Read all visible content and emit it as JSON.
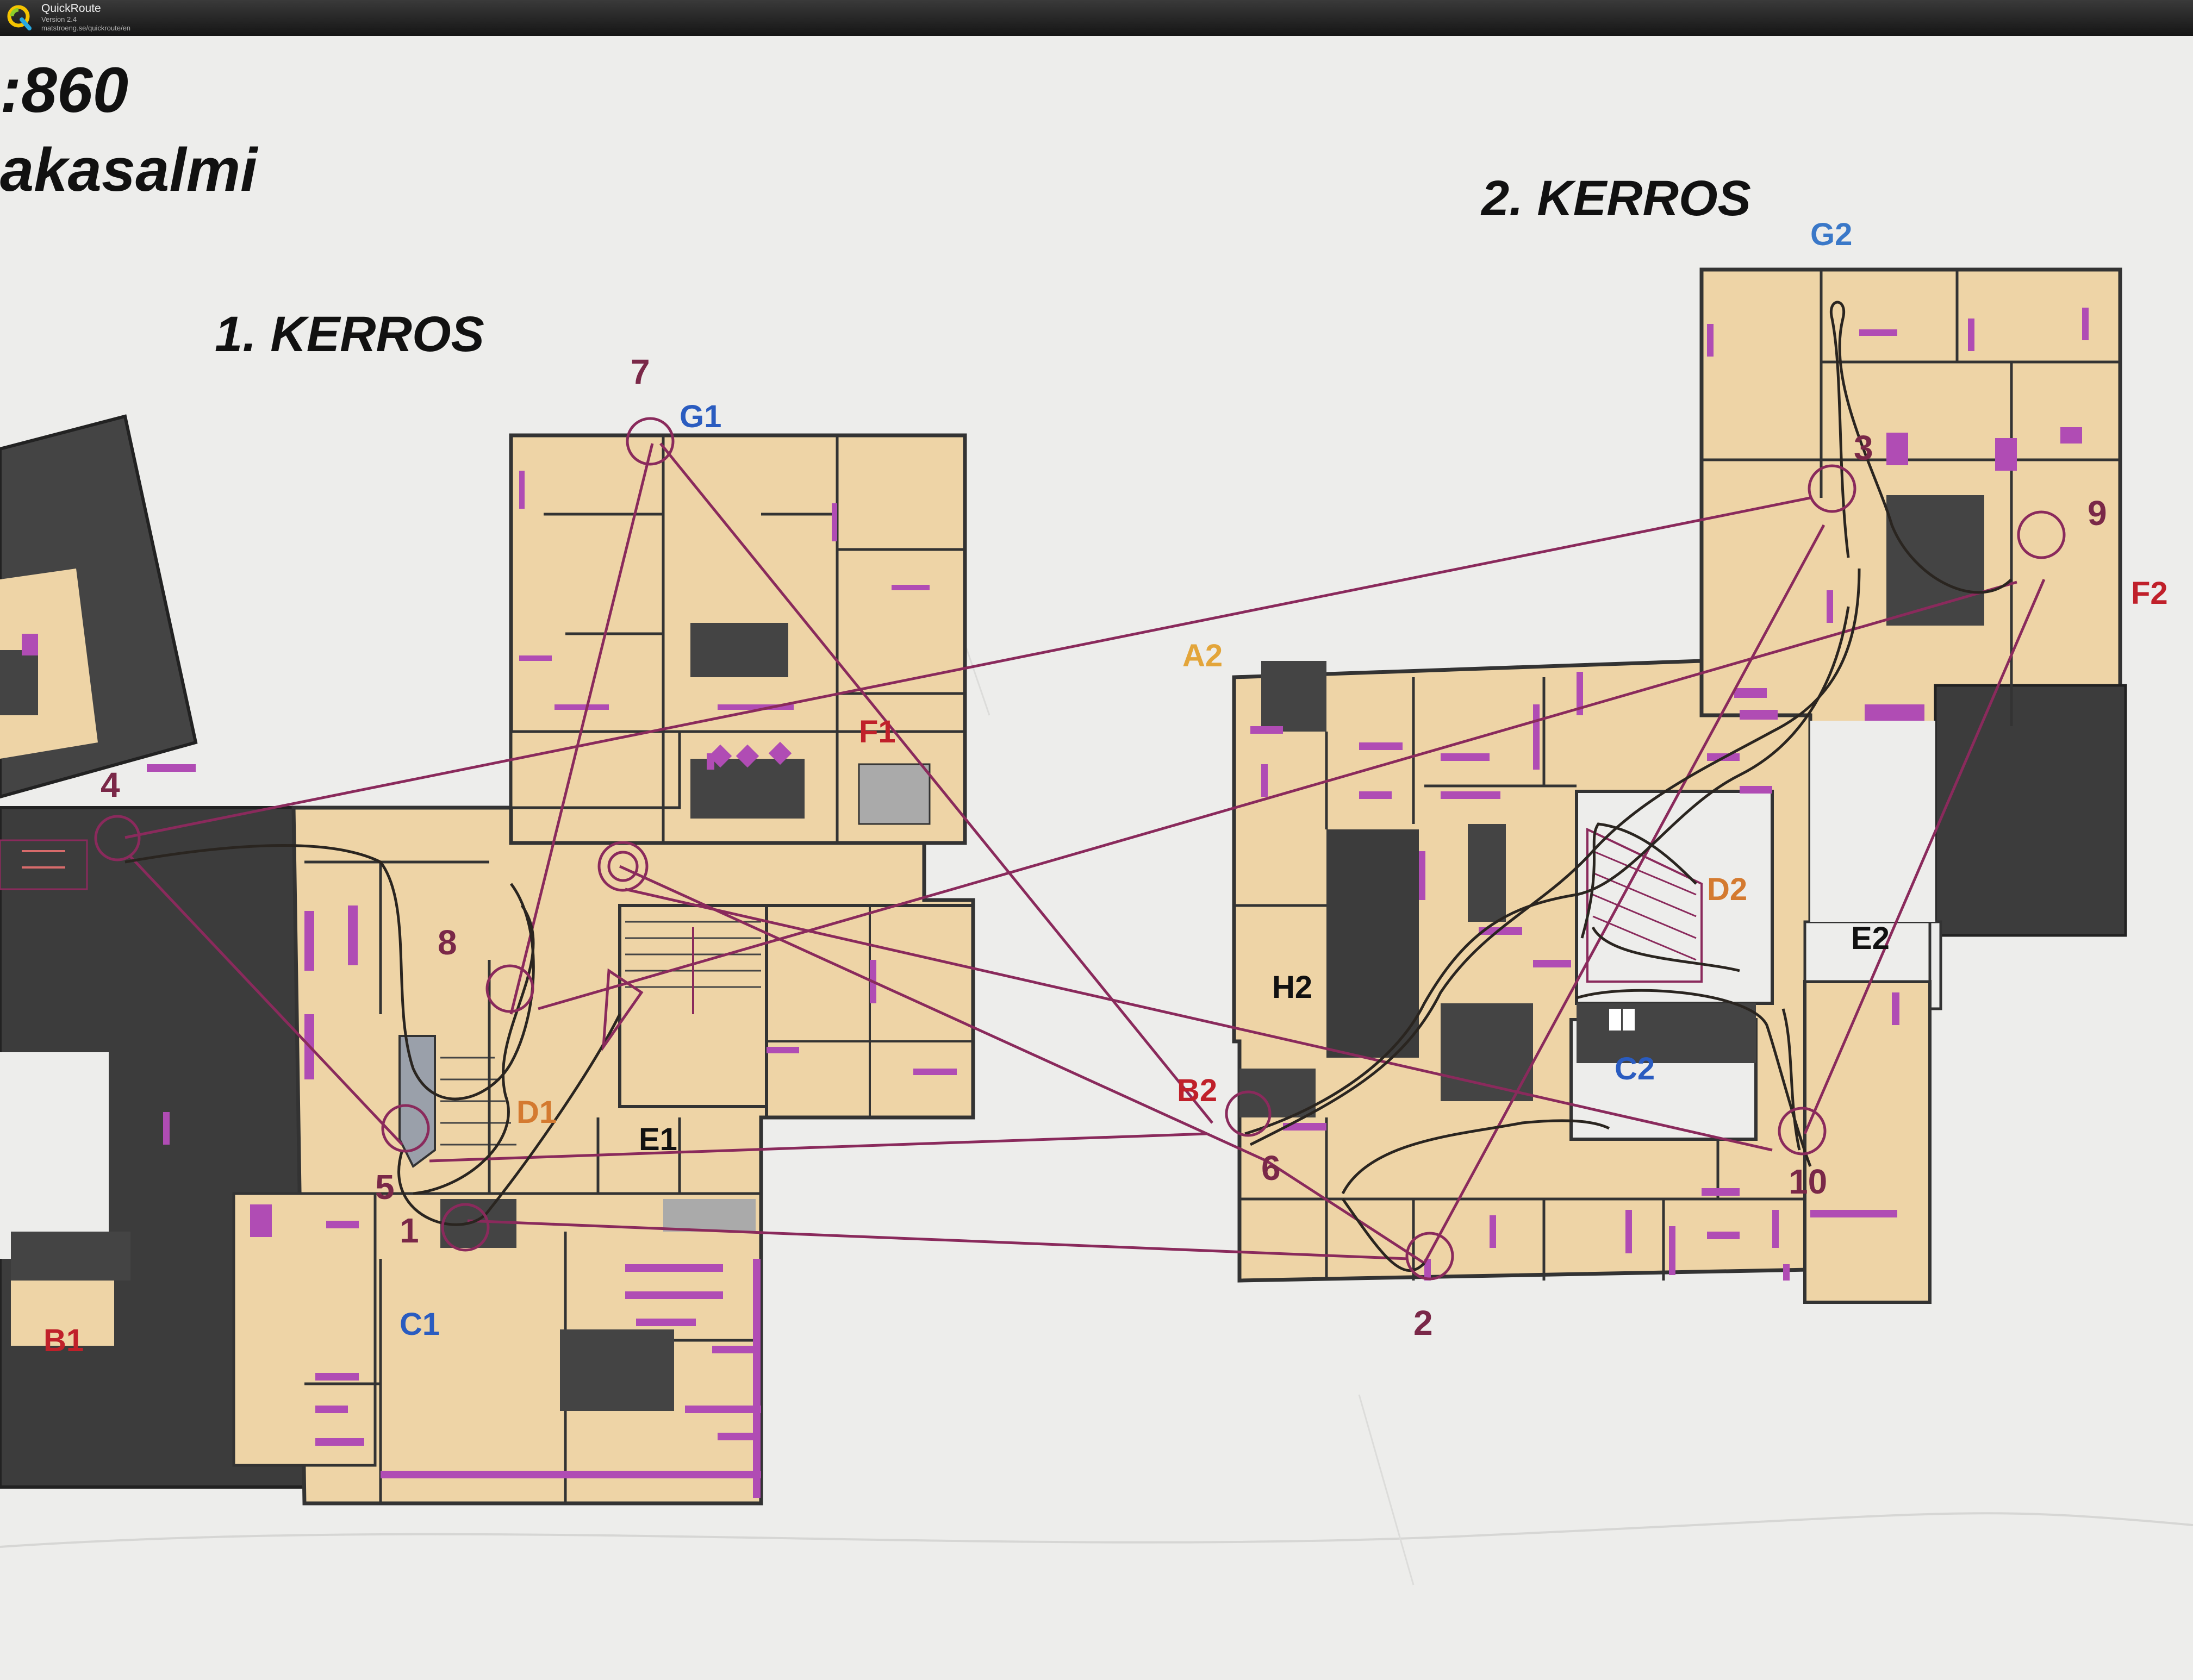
{
  "app": {
    "name": "QuickRoute",
    "version": "Version 2.4",
    "url": "matstroeng.se/quickroute/en"
  },
  "map": {
    "scale_text": ":860",
    "place_text": "akasalmi",
    "floor1_title": "1. KERROS",
    "floor2_title": "2. KERROS",
    "colors": {
      "paper": "#f2f2f0",
      "floor": "#eed4a6",
      "wall": "#333333",
      "room_dark": "#444444",
      "furniture": "#b04cb4",
      "course": "#8a2a5c",
      "route": "#2a2520"
    },
    "controls": [
      {
        "number": "1",
        "color": "#7a2848"
      },
      {
        "number": "2",
        "color": "#7a2848"
      },
      {
        "number": "3",
        "color": "#7a2848"
      },
      {
        "number": "4",
        "color": "#7a2848"
      },
      {
        "number": "5",
        "color": "#7a2848"
      },
      {
        "number": "6",
        "color": "#7a2848"
      },
      {
        "number": "7",
        "color": "#7a2848"
      },
      {
        "number": "8",
        "color": "#7a2848"
      },
      {
        "number": "9",
        "color": "#7a2848"
      },
      {
        "number": "10",
        "color": "#7a2848"
      }
    ],
    "zones": [
      {
        "label": "A2",
        "color": "#e3a53a"
      },
      {
        "label": "B1",
        "color": "#c0202a"
      },
      {
        "label": "B2",
        "color": "#c0202a"
      },
      {
        "label": "C1",
        "color": "#2a5cc0"
      },
      {
        "label": "C2",
        "color": "#2a5cc0"
      },
      {
        "label": "D1",
        "color": "#d47a30"
      },
      {
        "label": "D2",
        "color": "#d47a30"
      },
      {
        "label": "E1",
        "color": "#111111"
      },
      {
        "label": "E2",
        "color": "#111111"
      },
      {
        "label": "F1",
        "color": "#c0202a"
      },
      {
        "label": "F2",
        "color": "#c0202a"
      },
      {
        "label": "G1",
        "color": "#2a5cc0"
      },
      {
        "label": "G2",
        "color": "#3a78c8"
      },
      {
        "label": "H2",
        "color": "#111111"
      }
    ]
  }
}
